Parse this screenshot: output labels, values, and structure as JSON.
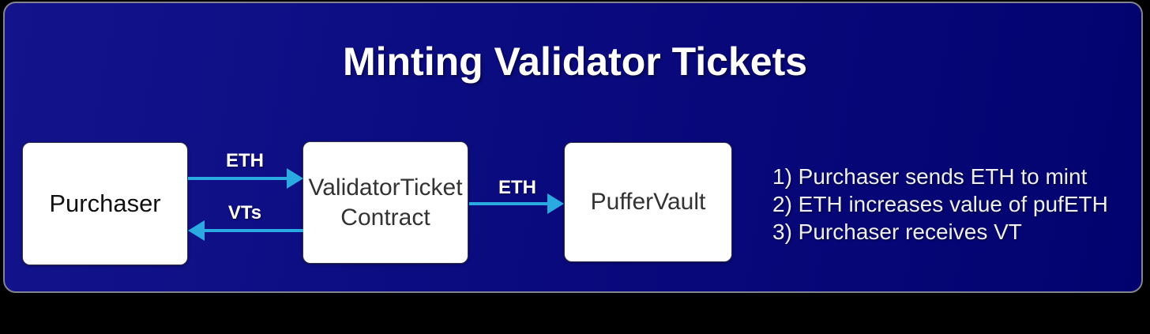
{
  "title": "Minting Validator Tickets",
  "diagram": {
    "nodes": [
      {
        "id": "purchaser",
        "label": "Purchaser"
      },
      {
        "id": "validator-ticket-contract",
        "label": "ValidatorTicket Contract",
        "label_lines": [
          "ValidatorTicket",
          "Contract"
        ]
      },
      {
        "id": "puffer-vault",
        "label": "PufferVault"
      }
    ],
    "edges": [
      {
        "from": "purchaser",
        "to": "validator-ticket-contract",
        "label": "ETH",
        "direction": "right"
      },
      {
        "from": "validator-ticket-contract",
        "to": "purchaser",
        "label": "VTs",
        "direction": "left"
      },
      {
        "from": "validator-ticket-contract",
        "to": "puffer-vault",
        "label": "ETH",
        "direction": "right"
      }
    ]
  },
  "steps": [
    "1) Purchaser sends ETH to mint",
    "2) ETH increases value of pufETH",
    "3) Purchaser receives VT"
  ],
  "colors": {
    "page_bg": "#000000",
    "panel_left": "#13138c",
    "panel_right": "#02026f",
    "panel_border": "#84848f",
    "arrow": "#29abe2",
    "node_bg": "#ffffff",
    "node_text": "#333333",
    "title_text": "#ffffff",
    "list_text": "#eeeef4"
  }
}
